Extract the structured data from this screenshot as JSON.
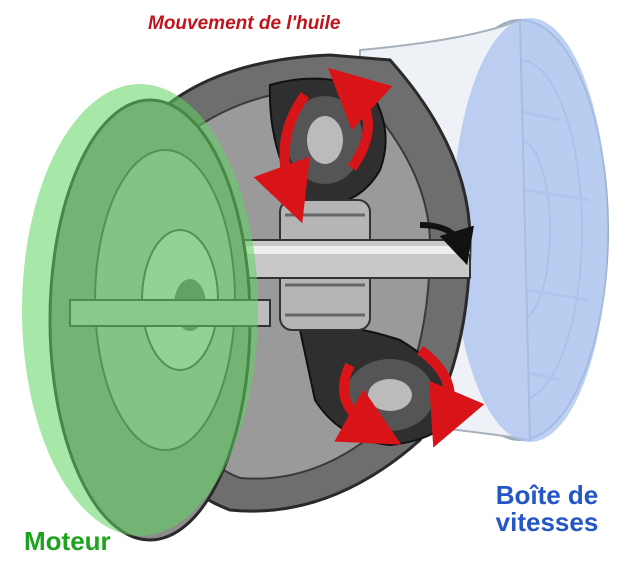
{
  "labels": {
    "oil_movement": "Mouvement de l'huile",
    "engine": "Moteur",
    "gearbox_line1": "Boîte de",
    "gearbox_line2": "vitesses"
  },
  "colors": {
    "oil_movement": "#c0141c",
    "engine": "#1fa31f",
    "engine_overlay": "#5fd35f",
    "gearbox": "#2457c5",
    "gearbox_overlay": "#a9c1ef",
    "flow_arrow": "#d81418",
    "metal_dark": "#3a3a3a",
    "metal_mid": "#8a8a8a",
    "metal_light": "#d8d8d8"
  },
  "icons": [
    "flow-arrow-icon",
    "rotation-arrow-icon"
  ]
}
